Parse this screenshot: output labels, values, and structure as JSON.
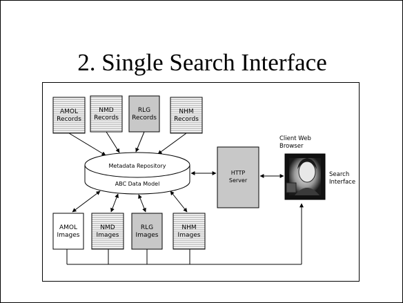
{
  "slide": {
    "title": "2. Single Search Interface"
  },
  "diagram": {
    "records": [
      {
        "line1": "AMOL",
        "line2": "Records",
        "style": "hatch"
      },
      {
        "line1": "NMD",
        "line2": "Records",
        "style": "hatch"
      },
      {
        "line1": "RLG",
        "line2": "Records",
        "style": "gray"
      },
      {
        "line1": "NHM",
        "line2": "Records",
        "style": "hatch"
      }
    ],
    "images": [
      {
        "line1": "AMOL",
        "line2": "Images",
        "style": "white"
      },
      {
        "line1": "NMD",
        "line2": "Images",
        "style": "hatch"
      },
      {
        "line1": "RLG",
        "line2": "Images",
        "style": "gray"
      },
      {
        "line1": "NHM",
        "line2": "Images",
        "style": "hatch"
      }
    ],
    "repository": {
      "top_label": "Metadata Repository",
      "bottom_label": "ABC Data Model"
    },
    "server": {
      "line1": "HTTP",
      "line2": "Server"
    },
    "client": {
      "title_line1": "Client Web",
      "title_line2": "Browser",
      "side_line1": "Search",
      "side_line2": "Interface"
    },
    "colors": {
      "gray_fill": "#c8c8c8",
      "hatch": "#9a9a9a",
      "stroke": "#000000"
    }
  }
}
